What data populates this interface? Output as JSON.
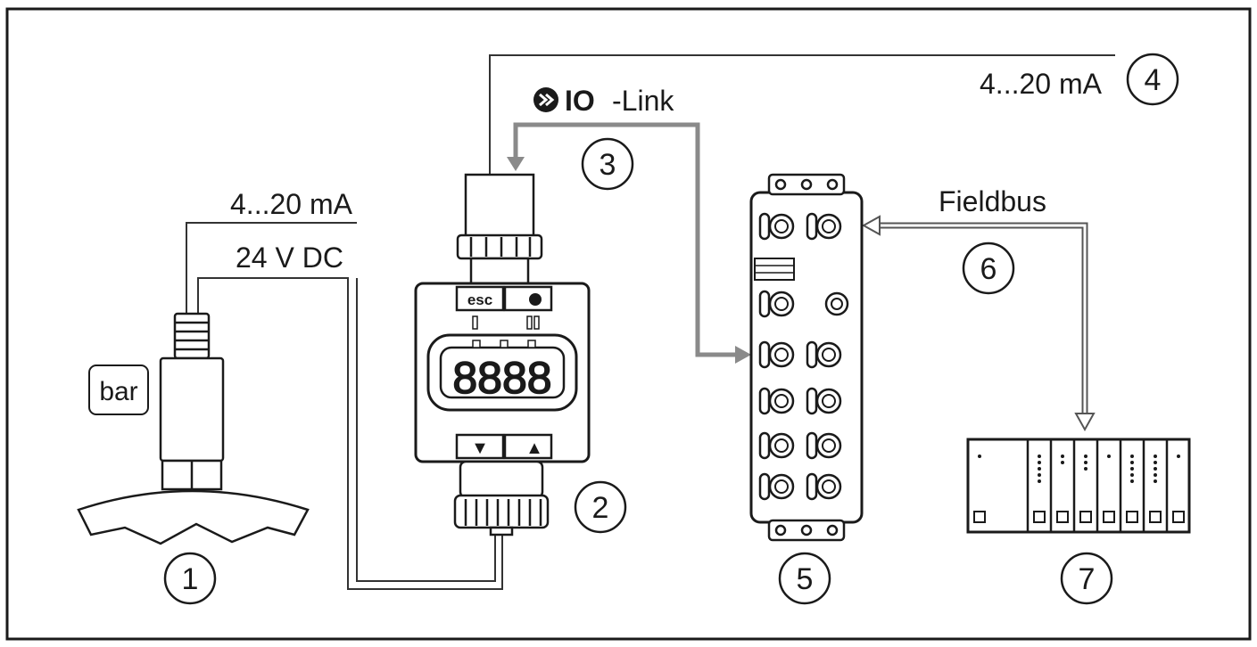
{
  "labels": {
    "current_sensor": "4...20 mA",
    "supply": "24 V DC",
    "current_top": "4...20 mA",
    "io_link_io": "IO",
    "io_link_link": "-Link",
    "fieldbus": "Fieldbus",
    "unit_box": "bar"
  },
  "display": {
    "digits": "8888",
    "esc": "esc",
    "down_arrow": "▼",
    "up_arrow": "▲"
  },
  "callouts": {
    "c1": "1",
    "c2": "2",
    "c3": "3",
    "c4": "4",
    "c5": "5",
    "c6": "6",
    "c7": "7"
  }
}
